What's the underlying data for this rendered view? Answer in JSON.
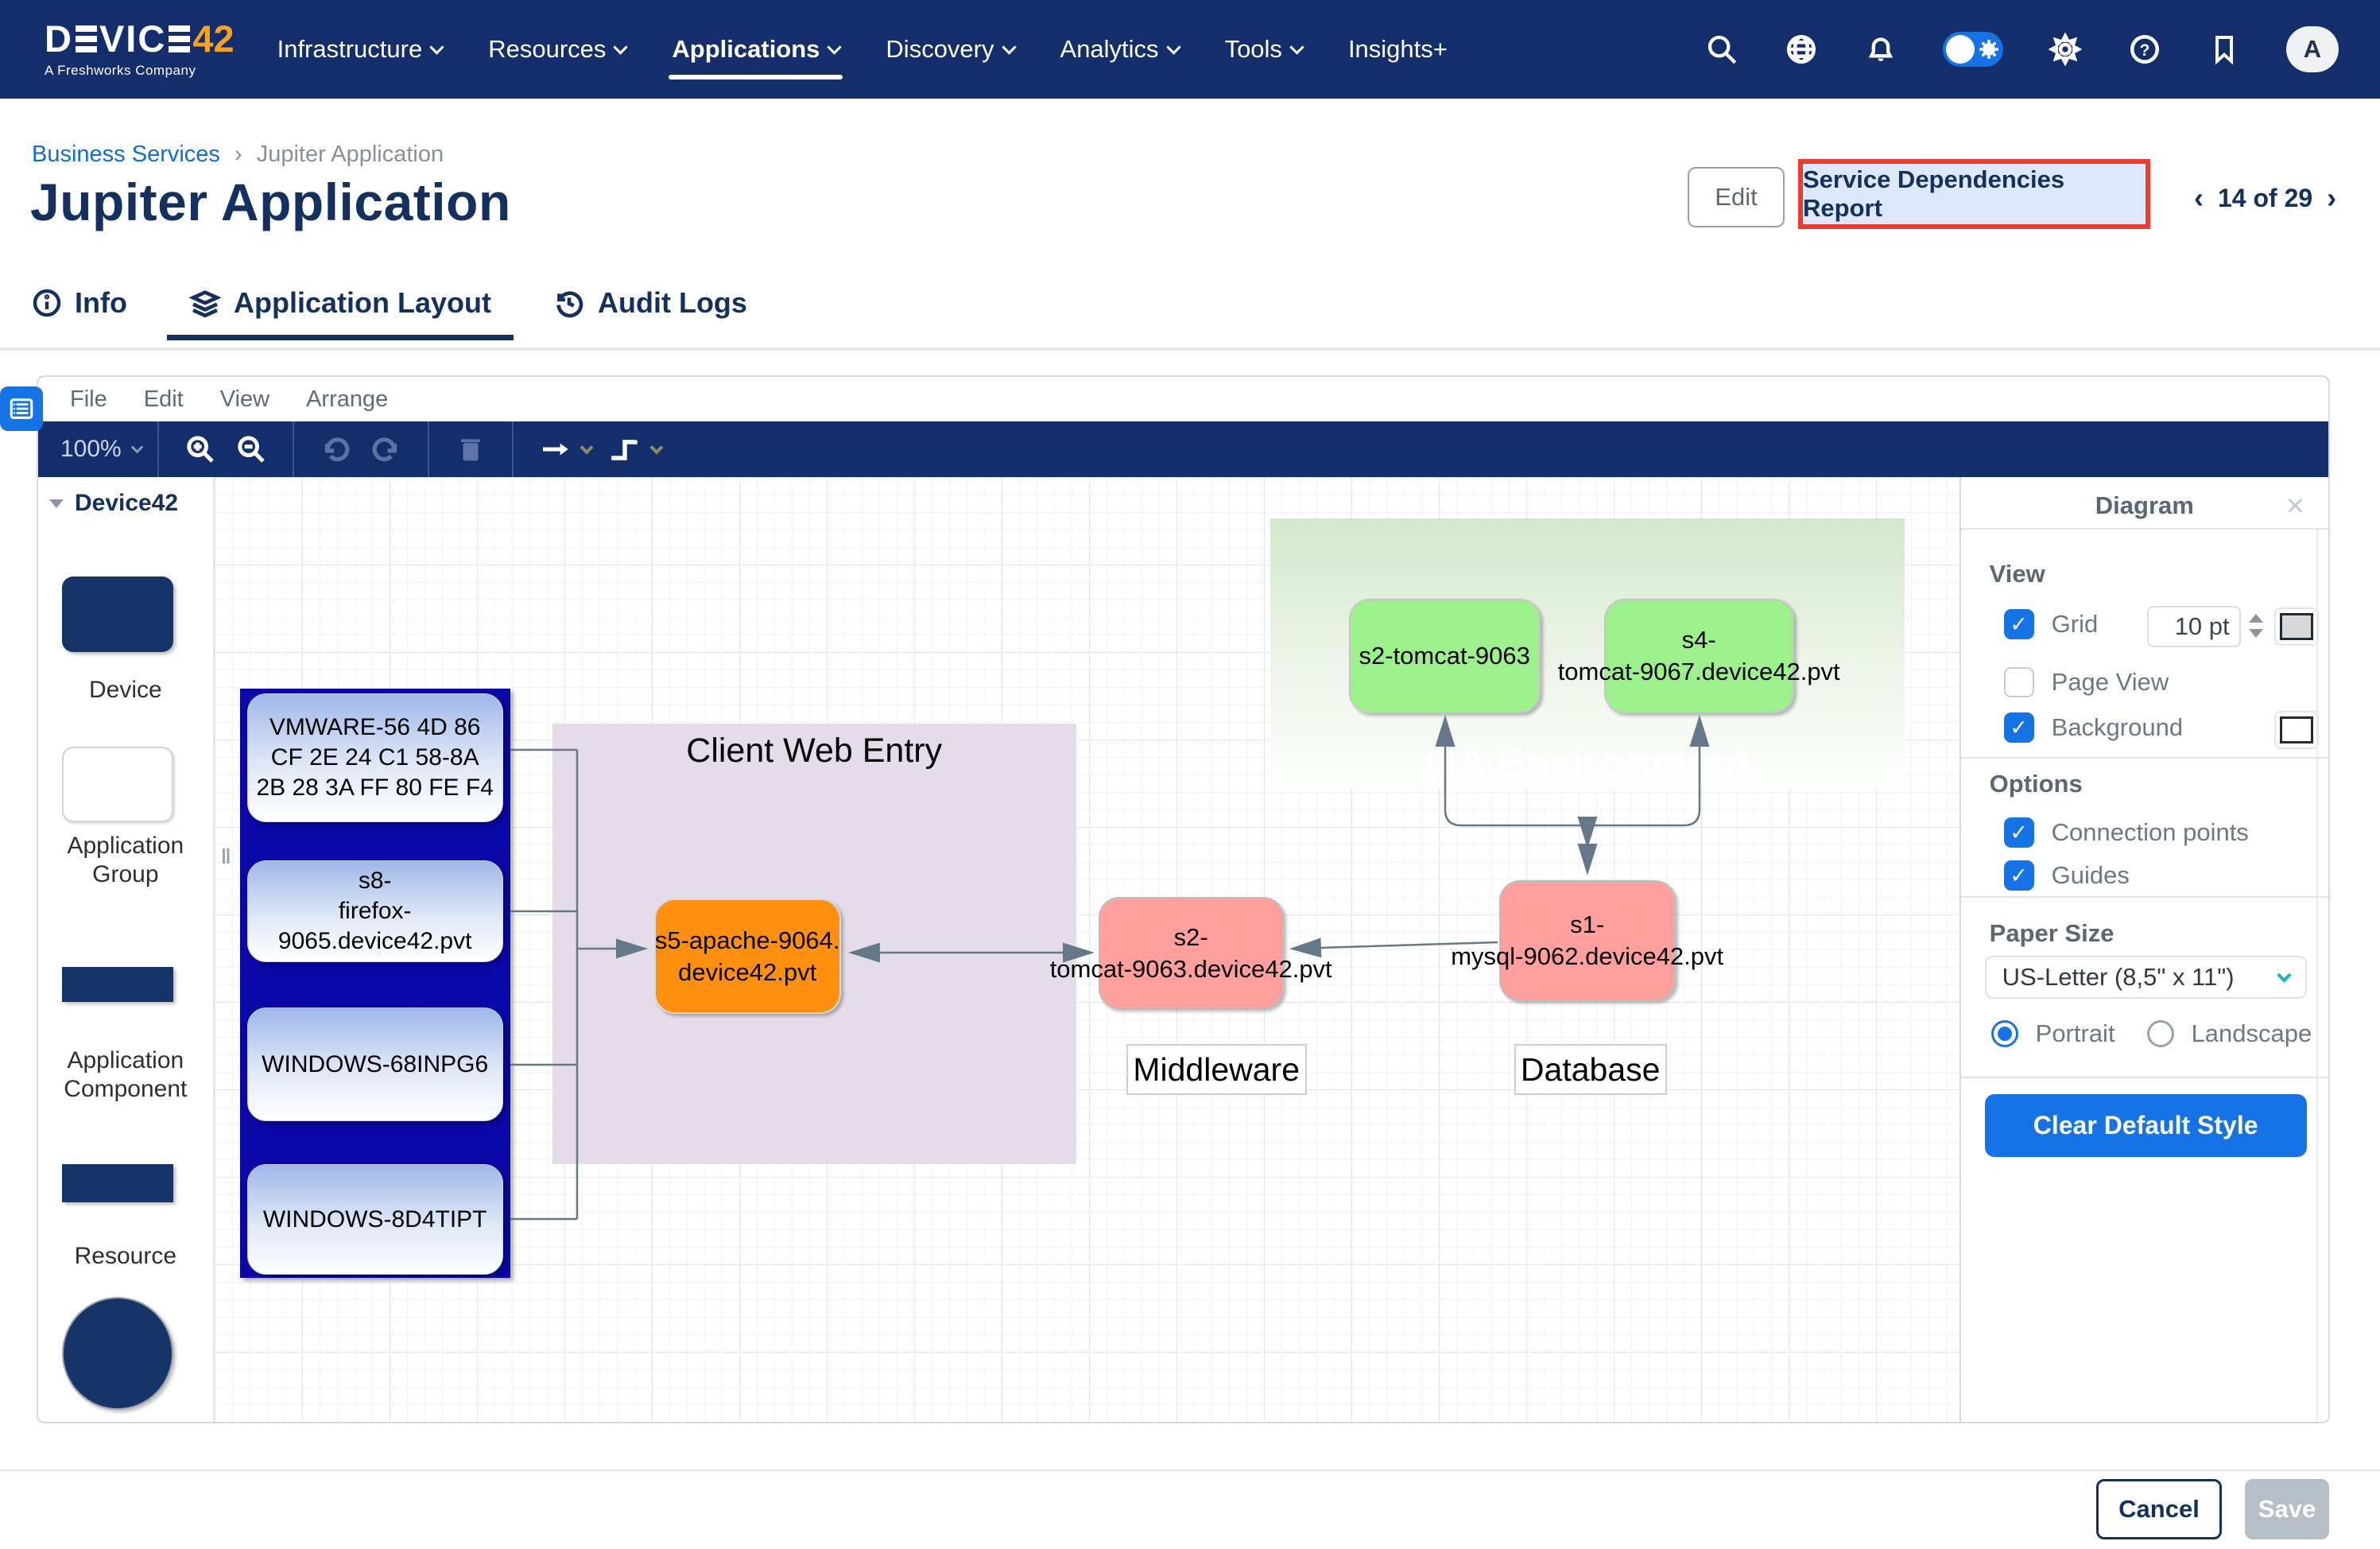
{
  "nav": {
    "logo": {
      "l1": "D",
      "l2": "VIC",
      "accent": "42",
      "tagline": "A Freshworks Company"
    },
    "items": [
      {
        "label": "Infrastructure"
      },
      {
        "label": "Resources"
      },
      {
        "label": "Applications"
      },
      {
        "label": "Discovery"
      },
      {
        "label": "Analytics"
      },
      {
        "label": "Tools"
      },
      {
        "label": "Insights+"
      }
    ],
    "avatar": "A"
  },
  "breadcrumb": {
    "link": "Business Services",
    "separator": "›",
    "current": "Jupiter Application"
  },
  "page": {
    "title": "Jupiter Application"
  },
  "header_actions": {
    "edit": "Edit",
    "report": "Service Dependencies Report",
    "pager": {
      "prev": "‹",
      "text": "14 of 29",
      "next": "›"
    }
  },
  "tabs": [
    {
      "label": "Info"
    },
    {
      "label": "Application Layout"
    },
    {
      "label": "Audit Logs"
    }
  ],
  "editor": {
    "menus": [
      "File",
      "Edit",
      "View",
      "Arrange"
    ],
    "zoom_level": "100%",
    "shapes_panel": {
      "title": "Device42",
      "labels": {
        "device": "Device",
        "group": "Application Group",
        "component": "Application Component",
        "resource": "Resource"
      }
    }
  },
  "canvas": {
    "cluster_nodes": [
      {
        "text": "VMWARE-56 4D 86 CF 2E 24 C1 58-8A 2B 28 3A FF 80 FE F4"
      },
      {
        "lines": [
          "s8-",
          "firefox-9065.device42.pvt"
        ]
      },
      {
        "text": "WINDOWS-68INPG6"
      },
      {
        "text": "WINDOWS-8D4TIPT"
      }
    ],
    "client_container_title": "Client Web Entry",
    "qa_container_title": "QA Environment",
    "apache": {
      "lines": [
        "s5-apache-9064.",
        "device42.pvt"
      ]
    },
    "tomcat_mw": {
      "lines": [
        "s2-",
        "tomcat-9063.device42.pvt"
      ]
    },
    "mysql": {
      "lines": [
        "s1-",
        "mysql-9062.device42.pvt"
      ]
    },
    "tomcat_qa1": {
      "text": "s2-tomcat-9063"
    },
    "tomcat_qa2": {
      "lines": [
        "s4-",
        "tomcat-9067.device42.pvt"
      ]
    },
    "tier_labels": {
      "middleware": "Middleware",
      "database": "Database"
    }
  },
  "panel": {
    "title": "Diagram",
    "view": {
      "heading": "View",
      "grid": "Grid",
      "grid_size": "10 pt",
      "page_view": "Page View",
      "background": "Background"
    },
    "options": {
      "heading": "Options",
      "connection_points": "Connection points",
      "guides": "Guides"
    },
    "paper": {
      "heading": "Paper Size",
      "size": "US-Letter (8,5\" x 11\")",
      "portrait": "Portrait",
      "landscape": "Landscape"
    },
    "clear_button": "Clear Default Style"
  },
  "footer": {
    "cancel": "Cancel",
    "save": "Save"
  },
  "colors": {
    "navbar": "#132e6a",
    "accent_blue": "#1673e6",
    "annotation_red": "#ee3b30",
    "cluster_blue": "#0b07a6",
    "node_green": "#9cf18d",
    "node_pink": "#ff9f9e",
    "node_orange": "#ff8f0e",
    "container_lavender": "#e5dcea",
    "connector_gray": "#64788a",
    "logo_accent": "#f6a21d"
  }
}
